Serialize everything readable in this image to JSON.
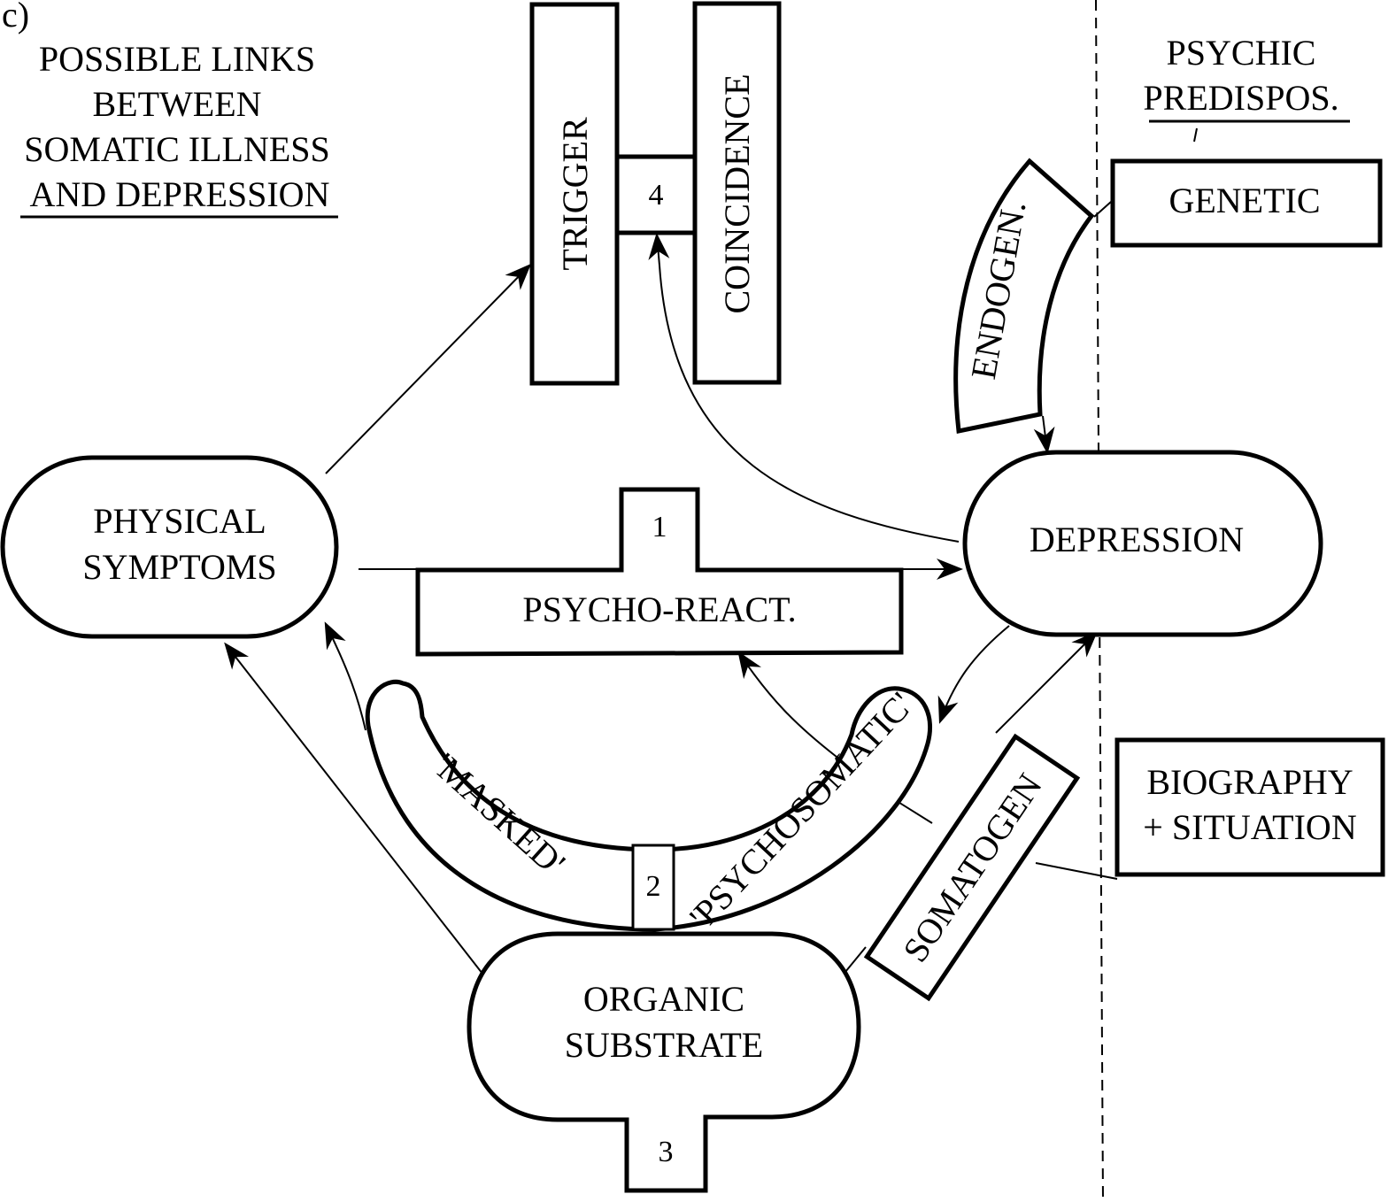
{
  "figure": {
    "panel_label": "c)",
    "title_lines": [
      "POSSIBLE LINKS",
      "BETWEEN",
      "SOMATIC ILLNESS",
      "AND DEPRESSION"
    ],
    "right_header_lines": [
      "PSYCHIC",
      "PREDISPOS."
    ]
  },
  "nodes": {
    "physical_symptoms": [
      "PHYSICAL",
      "SYMPTOMS"
    ],
    "depression": "DEPRESSION",
    "organic_substrate": [
      "ORGANIC",
      "SUBSTRATE"
    ],
    "trigger": "TRIGGER",
    "coincidence": "COINCIDENCE",
    "psycho_react": "PSYCHO-REACT.",
    "masked": "'MASKED'",
    "psychosomatic": "'PSYCHOSOMATIC'",
    "somatogen": "SOMATOGEN",
    "endogen": "ENDOGEN.",
    "genetic": "GENETIC",
    "biography": [
      "BIOGRAPHY",
      "+ SITUATION"
    ]
  },
  "link_numbers": {
    "psycho_react": "1",
    "masked_psychosomatic": "2",
    "organic": "3",
    "trigger_coincidence": "4"
  },
  "colors": {
    "ink": "#000000",
    "paper": "#ffffff"
  }
}
